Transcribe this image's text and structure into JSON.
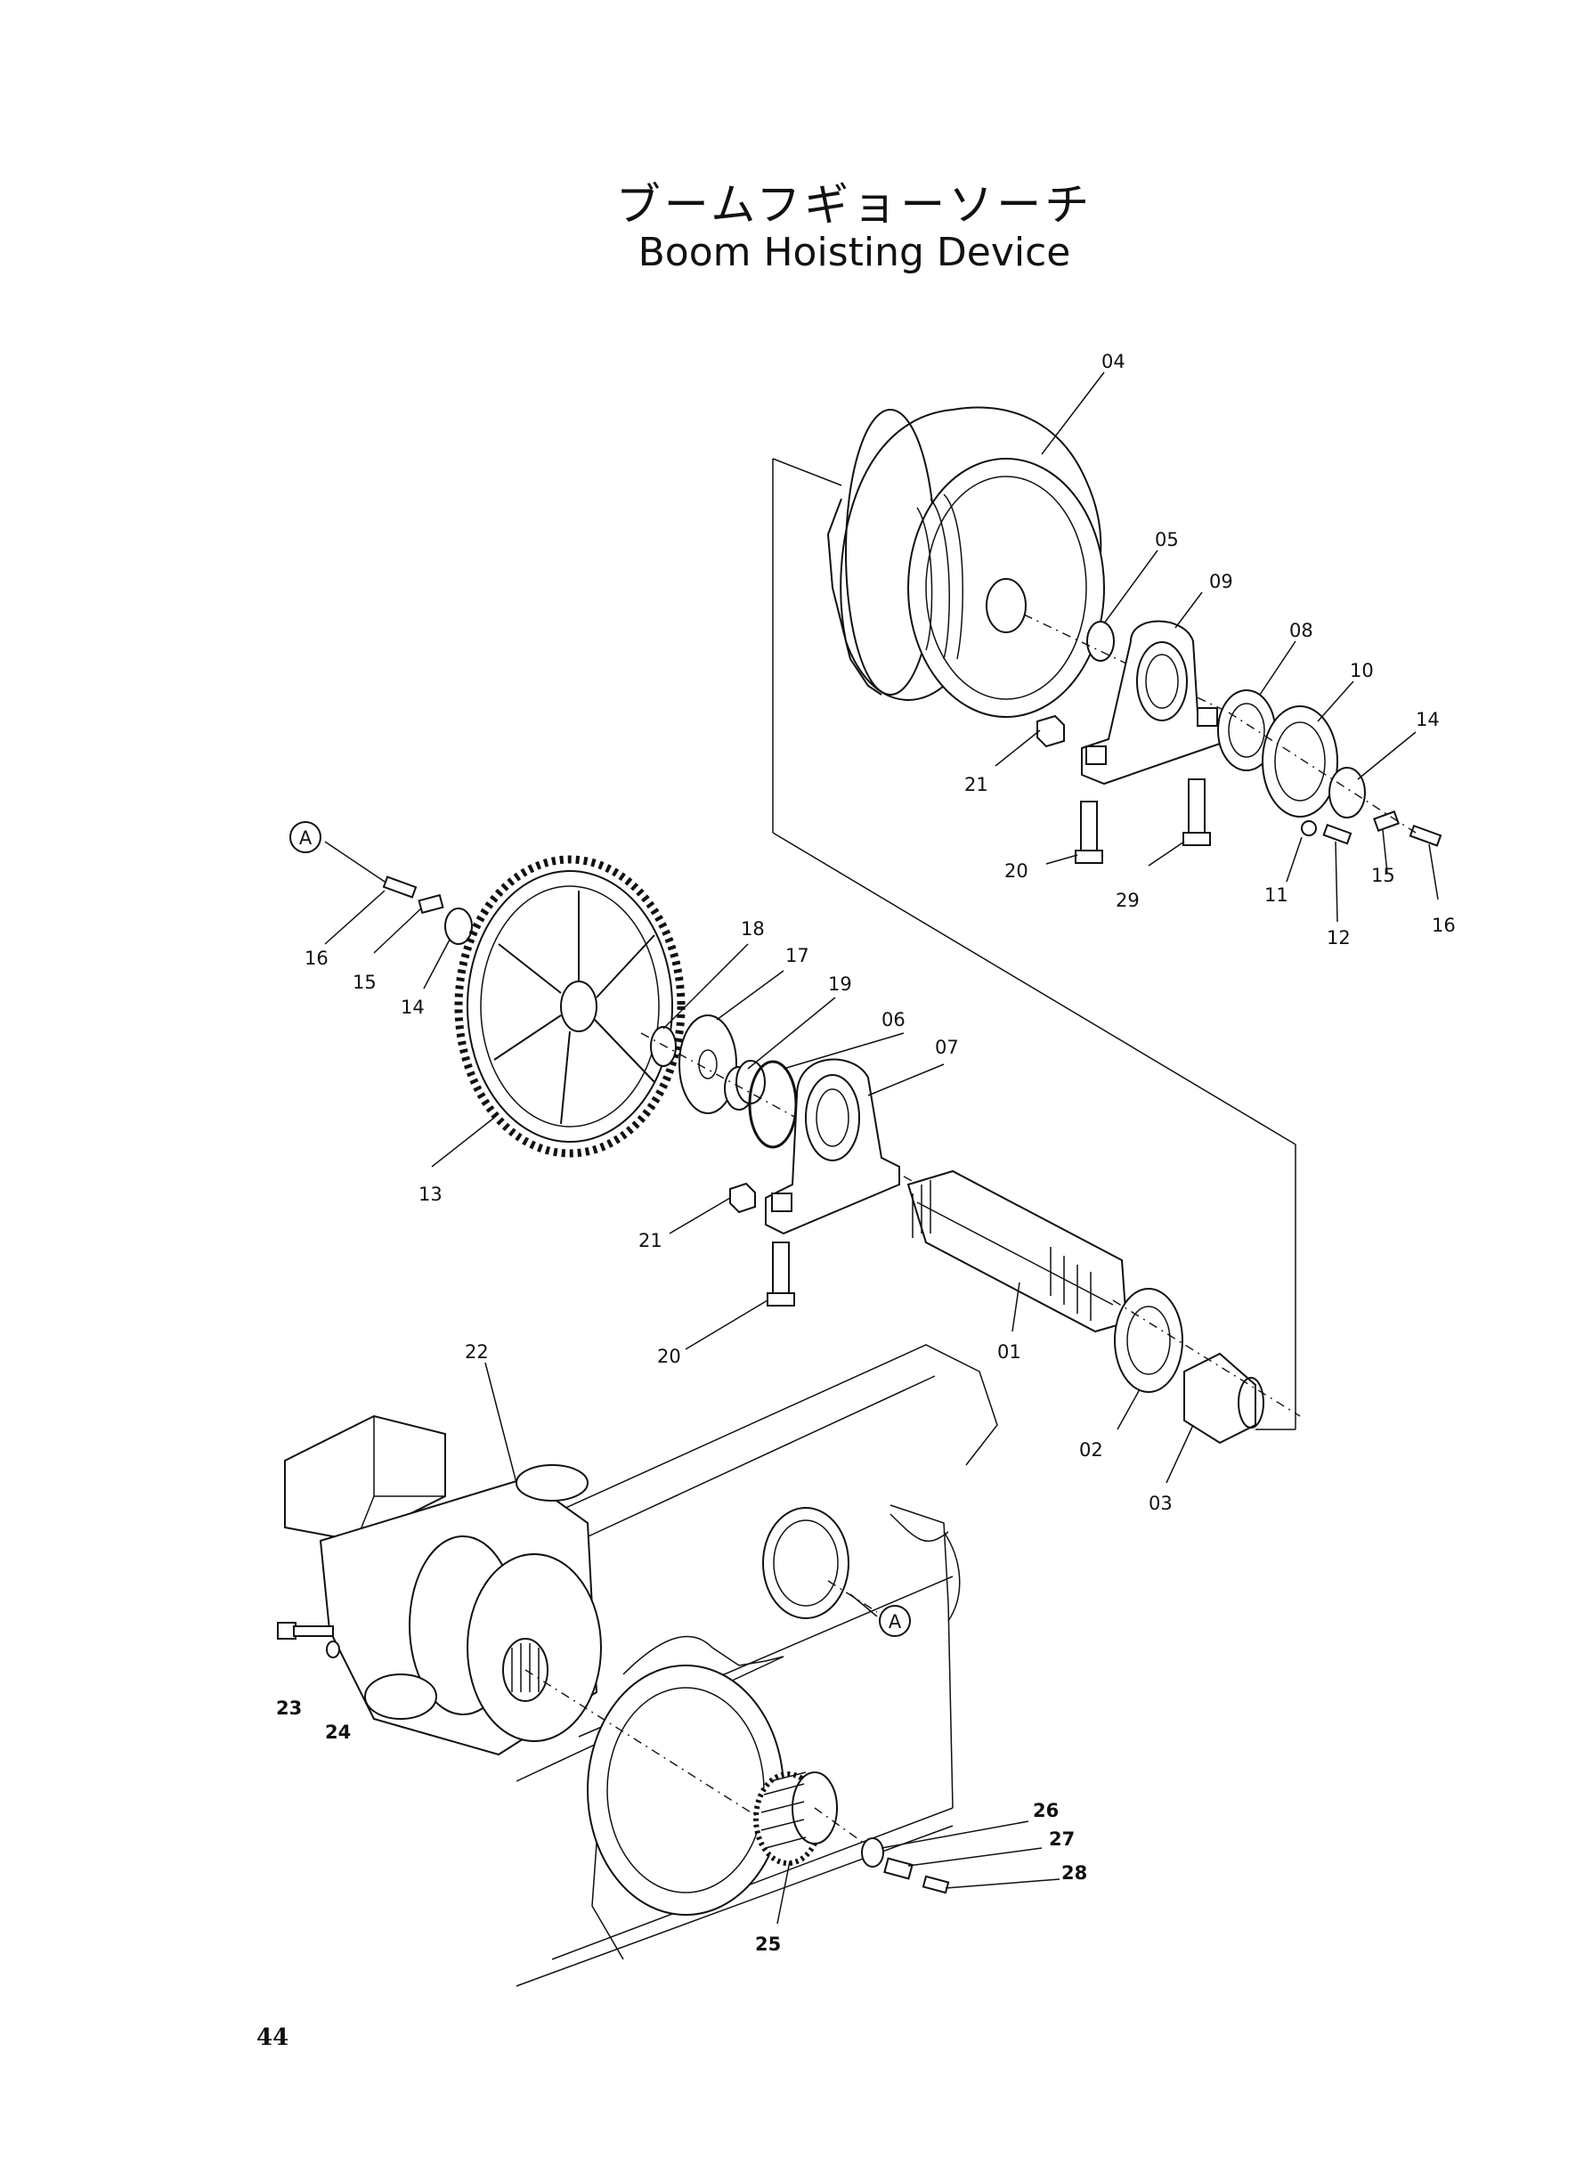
{
  "title": {
    "japanese": "ブームフギョーソーチ",
    "english": "Boom Hoisting Device"
  },
  "page_number": "44",
  "callouts": {
    "ref_a": "A",
    "p04": "04",
    "p05": "05",
    "p09": "09",
    "p08": "08",
    "p10": "10",
    "p14_top": "14",
    "p21_top": "21",
    "p20_top": "20",
    "p29": "29",
    "p11": "11",
    "p12": "12",
    "p15_top": "15",
    "p16_top": "16",
    "p16_left": "16",
    "p15_left": "15",
    "p14_left": "14",
    "p18": "18",
    "p17": "17",
    "p19": "19",
    "p06": "06",
    "p07": "07",
    "p13": "13",
    "p21_mid": "21",
    "p20_mid": "20",
    "p01": "01",
    "p02": "02",
    "p03": "03",
    "p22": "22",
    "p23": "23",
    "p24": "24",
    "p25": "25",
    "p26": "26",
    "p27": "27",
    "p28": "28"
  }
}
